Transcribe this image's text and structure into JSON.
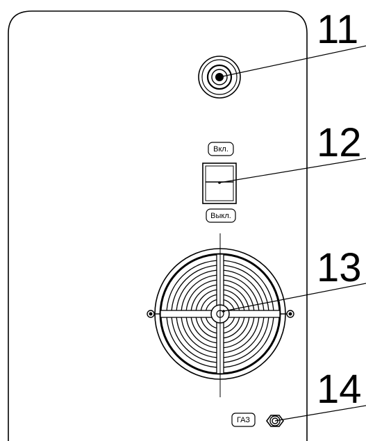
{
  "callouts": {
    "c11": "11",
    "c12": "12",
    "c13": "13",
    "c14": "14"
  },
  "labels": {
    "on": "Вкл.",
    "off": "Выкл.",
    "gas": "ГАЗ"
  },
  "colors": {
    "line": "#000000",
    "background": "#ffffff"
  }
}
